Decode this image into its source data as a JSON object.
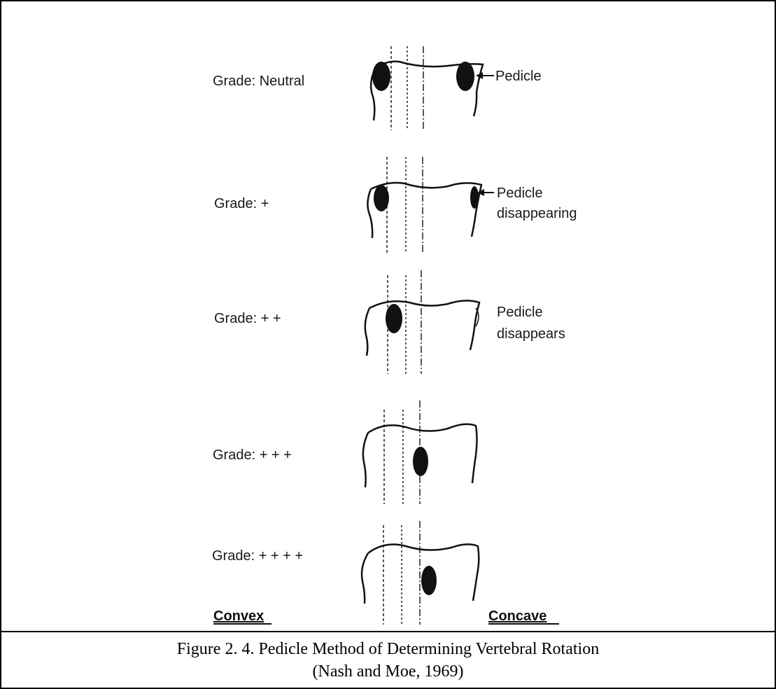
{
  "figure": {
    "grades": [
      {
        "label": "Grade: Neutral"
      },
      {
        "label": "Grade: +"
      },
      {
        "label": "Grade: + +"
      },
      {
        "label": "Grade: + + +"
      },
      {
        "label": "Grade: + + + +"
      }
    ],
    "annotations": {
      "pedicle": "Pedicle",
      "disappearing_1": "Pedicle",
      "disappearing_2": "disappearing",
      "disappears_1": "Pedicle",
      "disappears_2": "disappears"
    },
    "sides": {
      "convex": "Convex",
      "concave": "Concave"
    }
  },
  "caption": {
    "line1": "Figure 2. 4. Pedicle Method of Determining Vertebral Rotation",
    "line2": "(Nash and Moe, 1969)"
  }
}
